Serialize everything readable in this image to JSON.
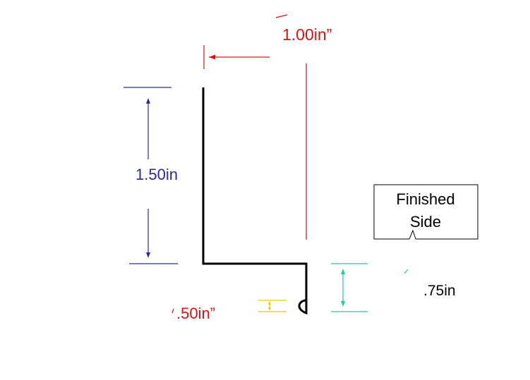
{
  "dimensions": {
    "top_width": "1.00in”",
    "left_height": "1.50in",
    "hem_height": ".75in",
    "hem_gap": ".50in”"
  },
  "callout": {
    "line1": "Finished",
    "line2": "Side"
  },
  "colors": {
    "profile": "#000000",
    "red_dim": "#e01010",
    "blue_dim": "#2a2aa8",
    "teal_dim": "#20c8a8",
    "yellow_dim": "#f0c800",
    "callout_border": "#000000"
  }
}
